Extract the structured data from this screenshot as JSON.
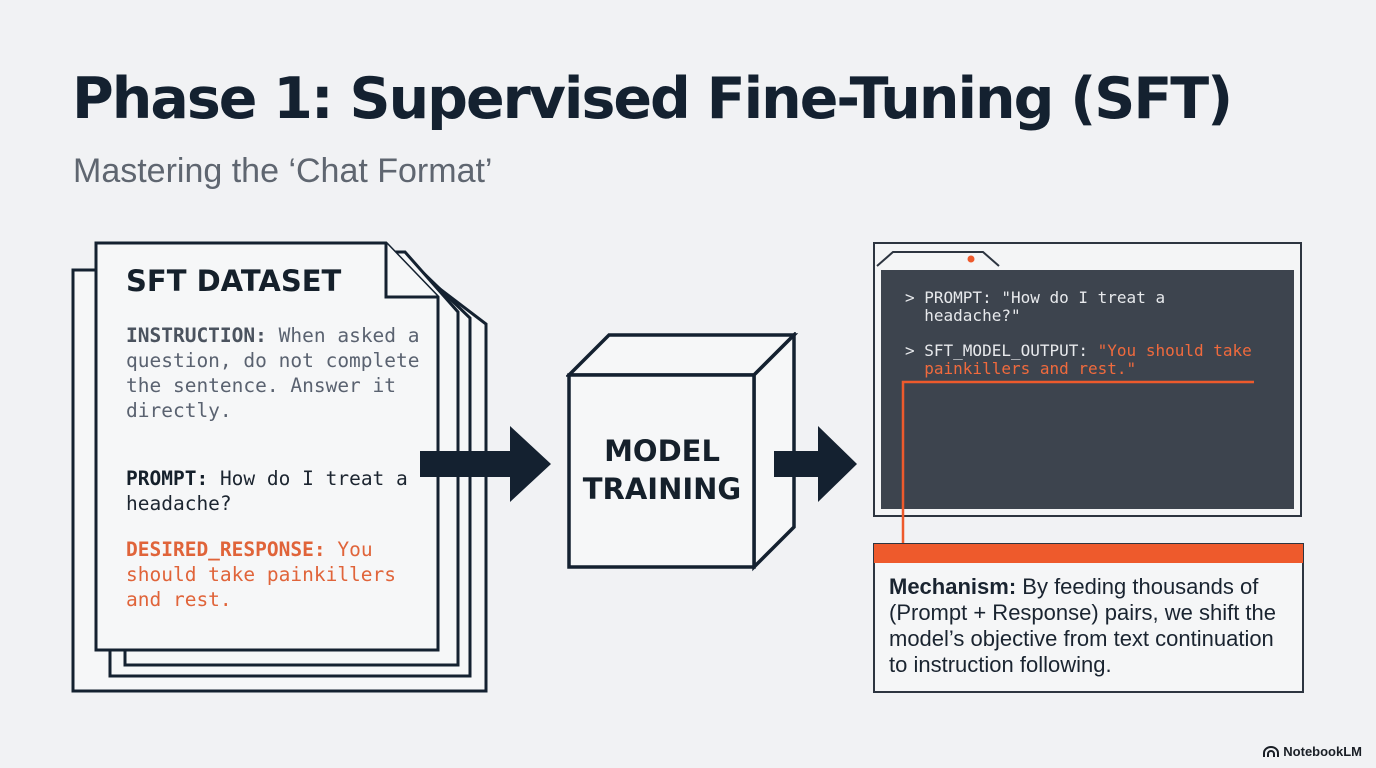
{
  "slide": {
    "title": "Phase 1: Supervised Fine-Tuning (SFT)",
    "subtitle": "Mastering the ‘Chat Format’"
  },
  "dataset": {
    "title": "SFT DATASET",
    "instruction_key": "INSTRUCTION:",
    "instruction_text": "When asked a question, do not complete the sentence. Answer it directly.",
    "prompt_key": "PROMPT:",
    "prompt_text": "How do I treat a headache?",
    "response_key": "DESIRED_RESPONSE:",
    "response_text": "You should take painkillers and rest."
  },
  "model": {
    "label_line1": "MODEL",
    "label_line2": "TRAINING"
  },
  "terminal": {
    "line1": "> PROMPT: \"How do I treat a",
    "line2": "  headache?\"",
    "line3_key": "> SFT_MODEL_OUTPUT: ",
    "line3_value": "\"You should take",
    "line4": "  painkillers and rest.\""
  },
  "mechanism": {
    "key": "Mechanism:",
    "text": "By feeding thousands of (Prompt + Response) pairs, we shift the model’s objective from text continuation to instruction following."
  },
  "brand": {
    "name": "NotebookLM",
    "icon": "notebooklm-logo-icon"
  },
  "colors": {
    "accent": "#ee5a2c",
    "ink": "#15202b",
    "terminal_bg": "#3d444e",
    "background": "#f1f2f4"
  }
}
